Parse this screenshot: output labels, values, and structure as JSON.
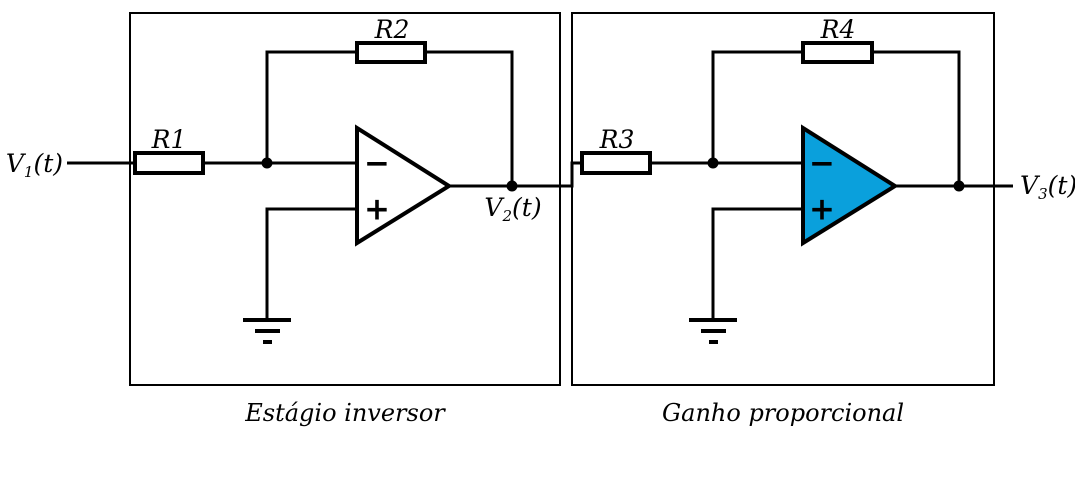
{
  "colors": {
    "background": "#ffffff",
    "line": "#000000",
    "stage1_opamp_fill": "#ffffff",
    "stage2_opamp_fill": "#0aa0dc"
  },
  "stages": [
    {
      "caption": "Estágio inversor",
      "input_resistor": {
        "label": "R1"
      },
      "feedback_resistor": {
        "label": "R2"
      },
      "opamp": {
        "minus_label": "−",
        "plus_label": "+",
        "fill": "#ffffff"
      }
    },
    {
      "caption": "Ganho proporcional",
      "input_resistor": {
        "label": "R3"
      },
      "feedback_resistor": {
        "label": "R4"
      },
      "opamp": {
        "minus_label": "−",
        "plus_label": "+",
        "fill": "#0aa0dc"
      }
    }
  ],
  "signals": [
    {
      "name": "input",
      "pre": "V",
      "sub": "1",
      "post": "(t)"
    },
    {
      "name": "intermediate",
      "pre": "V",
      "sub": "2",
      "post": "(t)"
    },
    {
      "name": "output",
      "pre": "V",
      "sub": "3",
      "post": "(t)"
    }
  ]
}
